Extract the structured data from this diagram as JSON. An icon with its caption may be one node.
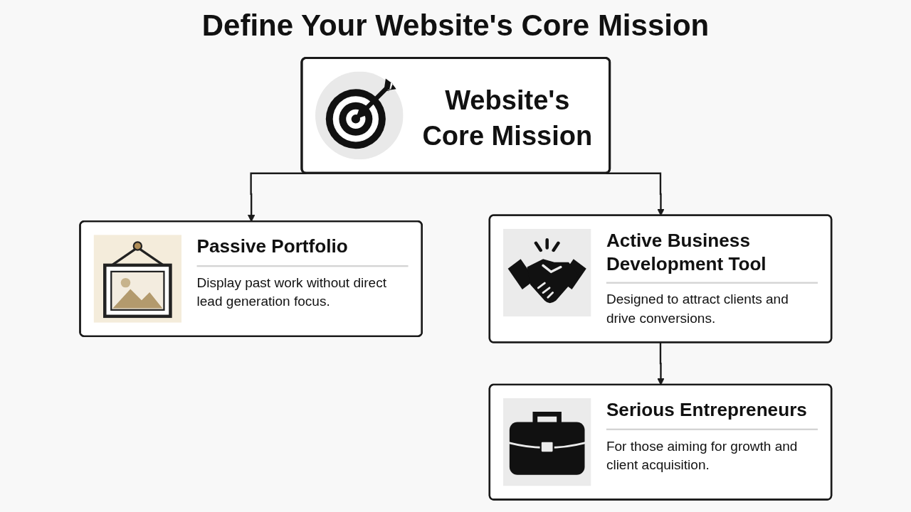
{
  "diagram": {
    "title": "Define Your Website's Core Mission",
    "nodes": [
      {
        "text": [
          "Website's Core Mission"
        ]
      },
      {
        "text": [
          "Passive Portfolio",
          "Display past work without direct lead generation focus."
        ]
      },
      {
        "text": [
          "Active Business Development Tool",
          "Designed to attract clients and drive conversions."
        ]
      },
      {
        "text": [
          "Serious Entrepreneurs",
          "For those aiming for growth and client acquisition."
        ]
      }
    ],
    "edges": [
      {
        "from": 0,
        "to": 1,
        "arrow": "to"
      },
      {
        "from": 0,
        "to": 2,
        "arrow": "to"
      },
      {
        "from": 2,
        "to": 3,
        "arrow": "to"
      }
    ]
  }
}
